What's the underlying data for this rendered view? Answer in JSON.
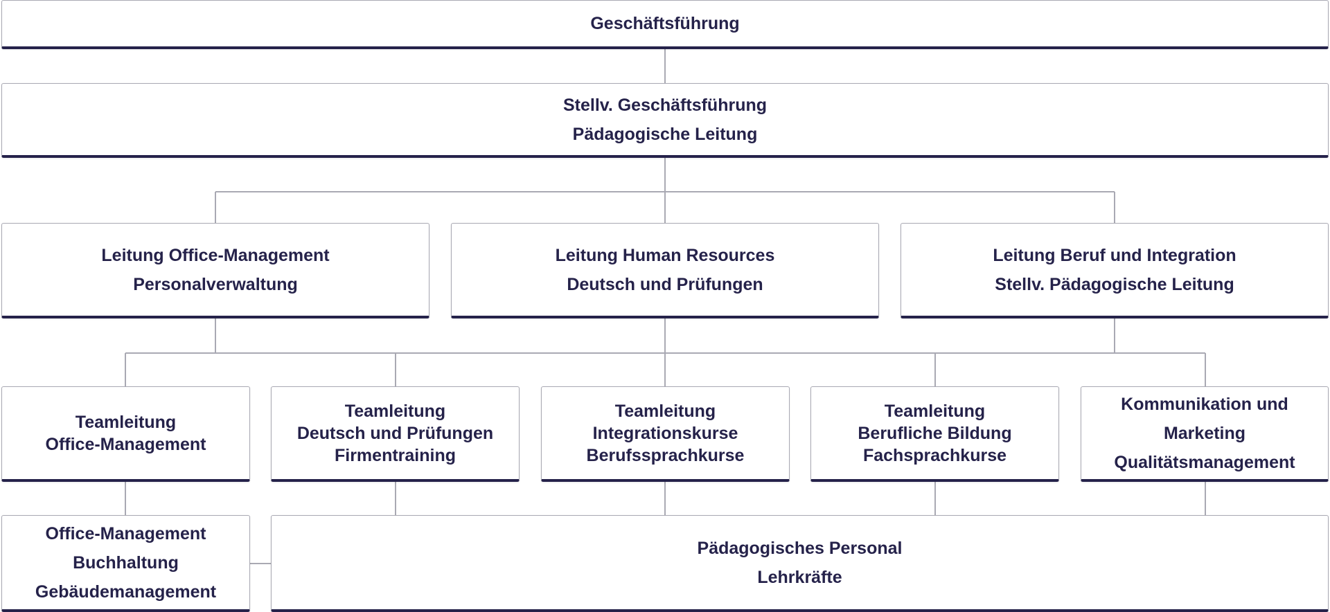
{
  "org_chart": {
    "executive": {
      "title": "Geschäftsführung"
    },
    "deputy": {
      "line1": "Stellv. Geschäftsführung",
      "line2": "Pädagogische Leitung"
    },
    "department_heads": [
      {
        "line1": "Leitung Office-Management",
        "line2": "Personalverwaltung"
      },
      {
        "line1": "Leitung Human Resources",
        "line2": "Deutsch und Prüfungen"
      },
      {
        "line1": "Leitung Beruf und Integration",
        "line2": "Stellv. Pädagogische Leitung"
      }
    ],
    "team_leads": [
      {
        "line1": "Teamleitung",
        "line2": "Office-Management"
      },
      {
        "line1": "Teamleitung",
        "line2": "Deutsch und Prüfungen",
        "line3": "Firmentraining"
      },
      {
        "line1": "Teamleitung",
        "line2": "Integrationskurse",
        "line3": "Berufssprachkurse"
      },
      {
        "line1": "Teamleitung",
        "line2": "Berufliche Bildung",
        "line3": "Fachsprachkurse"
      },
      {
        "line1": "Kommunikation und",
        "line2": "Marketing",
        "line3": "Qualitätsmanagement"
      }
    ],
    "office_staff": {
      "line1": "Office-Management",
      "line2": "Buchhaltung",
      "line3": "Gebäudemanagement"
    },
    "teaching_staff": {
      "line1": "Pädagogisches Personal",
      "line2": "Lehrkräfte"
    }
  },
  "colors": {
    "text": "#25224a",
    "box_accent": "#25224a",
    "connector": "#a9a9b3",
    "box_border": "#a9a9b3"
  }
}
